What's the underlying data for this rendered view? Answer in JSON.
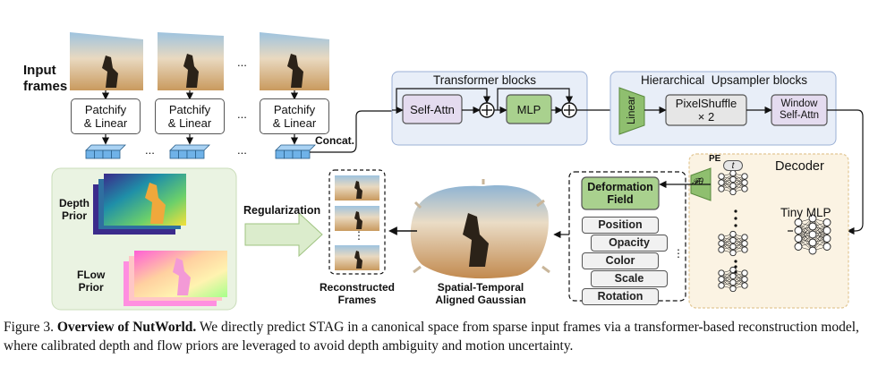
{
  "input": {
    "label_line1": "Input",
    "label_line2": "frames",
    "dots": "...",
    "patchify_line1": "Patchify",
    "patchify_line2": "& Linear",
    "concat": "Concat."
  },
  "transformer": {
    "title": "Transformer blocks",
    "self_attn": "Self-Attn",
    "mlp": "MLP"
  },
  "upsampler": {
    "title": "Hierarchical  Upsampler blocks",
    "linear": "Linear",
    "pixelshuffle_line1": "PixelShuffle",
    "pixelshuffle_line2": "× 2",
    "window_line1": "Window",
    "window_line2": "Self-Attn"
  },
  "priors": {
    "depth_line1": "Depth",
    "depth_line2": "Prior",
    "flow_line1": "FLow",
    "flow_line2": "Prior",
    "regularization": "Regularization"
  },
  "recon": {
    "label_line1": "Reconstructed",
    "label_line2": "Frames",
    "dots": "⋮"
  },
  "stag": {
    "label_line1": "Spatial-Temporal",
    "label_line2": "Aligned Gaussian"
  },
  "attributes": {
    "deformation_line1": "Deformation",
    "deformation_line2": "Field",
    "items": [
      "Position",
      "Opacity",
      "Color",
      "Scale",
      "Rotation"
    ],
    "dots": "⋮"
  },
  "decoder": {
    "title": "Decoder",
    "pe": "PE",
    "t": "t",
    "f_theta": "𝓕θ",
    "tiny_mlp": "Tiny MLP"
  },
  "caption": {
    "prefix": "Figure 3.",
    "bold": "Overview of NutWorld.",
    "text": " We directly predict STAG in a canonical space from sparse input frames via a transformer-based reconstruction model, where calibrated depth and flow priors are leveraged to avoid depth ambiguity and motion uncertainty."
  },
  "colors": {
    "transformer_bg": "#e8eef8",
    "decoder_bg": "#fbf3e3",
    "prior_bg": "#eaf3e2",
    "green": "#8fbf6f",
    "self_attn": "#e4dbef",
    "token_blue": "#6fb2e8"
  }
}
